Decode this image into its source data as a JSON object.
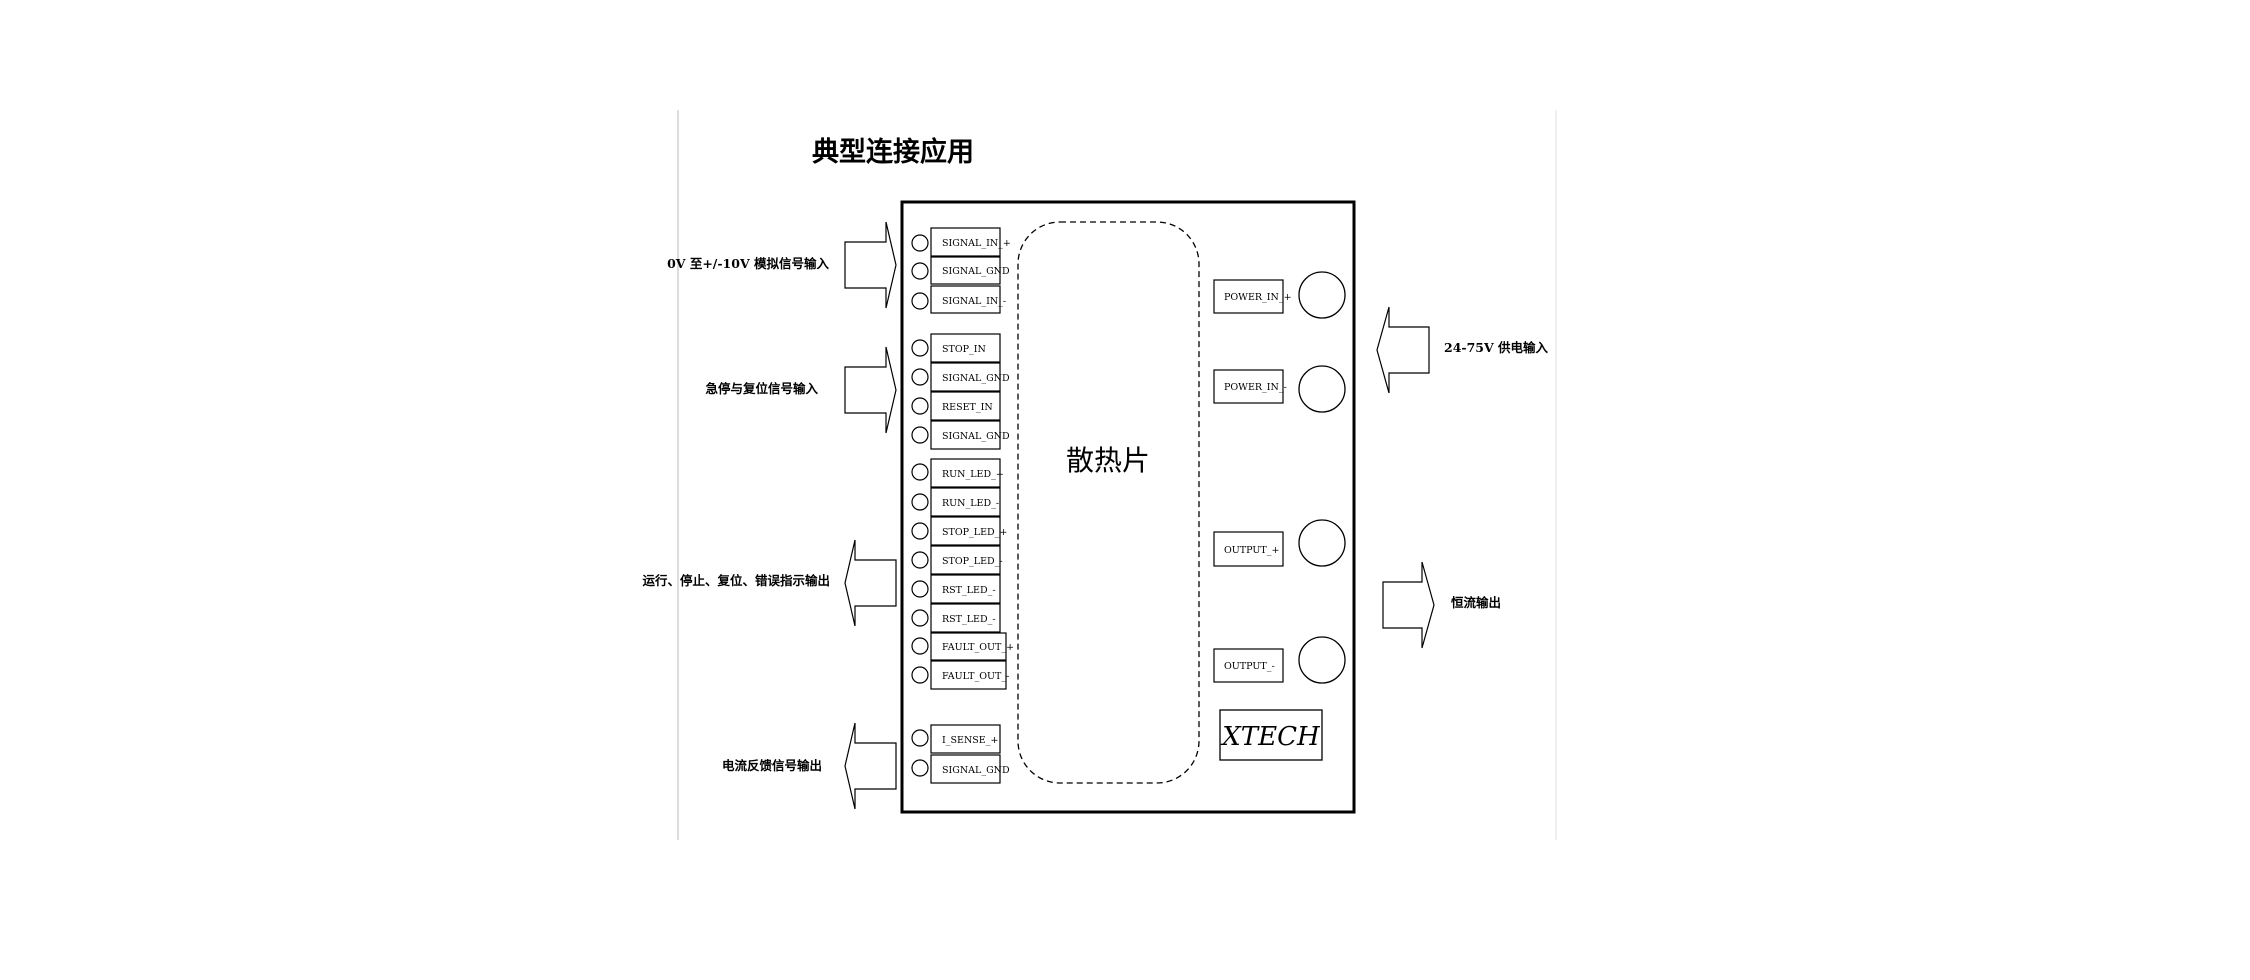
{
  "title": "典型连接应用",
  "heatsink_label": "散热片",
  "logo_text": "XTECH",
  "left_groups": [
    {
      "label": "0V 至+/-10V 模拟信号输入",
      "direction": "in",
      "pins": [
        "SIGNAL_IN_+",
        "SIGNAL_GND",
        "SIGNAL_IN_-"
      ]
    },
    {
      "label": "急停与复位信号输入",
      "direction": "in",
      "pins": [
        "STOP_IN",
        "SIGNAL_GND",
        "RESET_IN",
        "SIGNAL_GND"
      ]
    },
    {
      "label": "运行、停止、复位、错误指示输出",
      "direction": "out",
      "pins": [
        "RUN_LED_+",
        "RUN_LED_-",
        "STOP_LED_+",
        "STOP_LED_-",
        "RST_LED_-",
        "RST_LED_-",
        "FAULT_OUT_+",
        "FAULT_OUT_-"
      ]
    },
    {
      "label": "电流反馈信号输出",
      "direction": "out",
      "pins": [
        "I_SENSE_+",
        "SIGNAL_GND"
      ]
    }
  ],
  "right_groups": [
    {
      "label": "24-75V 供电输入",
      "direction": "in",
      "pins": [
        "POWER_IN_+",
        "POWER_IN_-"
      ]
    },
    {
      "label": "恒流输出",
      "direction": "out",
      "pins": [
        "OUTPUT_+",
        "OUTPUT_-"
      ]
    }
  ]
}
